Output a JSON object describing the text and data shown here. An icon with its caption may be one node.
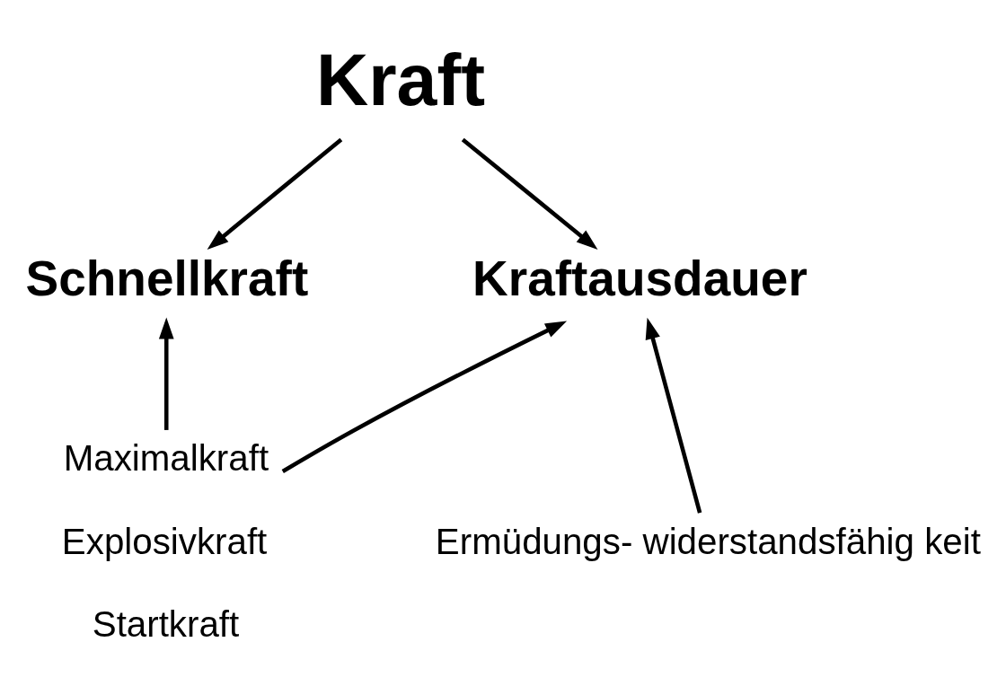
{
  "diagram": {
    "nodes": [
      {
        "text": [
          "Kraft"
        ]
      },
      {
        "text": [
          "Schnellkraft"
        ]
      },
      {
        "text": [
          "Kraftausdauer"
        ]
      },
      {
        "text": [
          "Maximalkraft",
          "Explosivkraft",
          "Startkraft"
        ]
      },
      {
        "text": [
          "Ermüdungs- widerstandsfähig keit"
        ]
      }
    ],
    "edges": [
      {
        "from": 0,
        "to": 1,
        "arrow": "to"
      },
      {
        "from": 0,
        "to": 2,
        "arrow": "to"
      },
      {
        "from": 3,
        "to": 1,
        "arrow": "to"
      },
      {
        "from": 3,
        "to": 2,
        "arrow": "to"
      },
      {
        "from": 4,
        "to": 2,
        "arrow": "to"
      }
    ]
  }
}
